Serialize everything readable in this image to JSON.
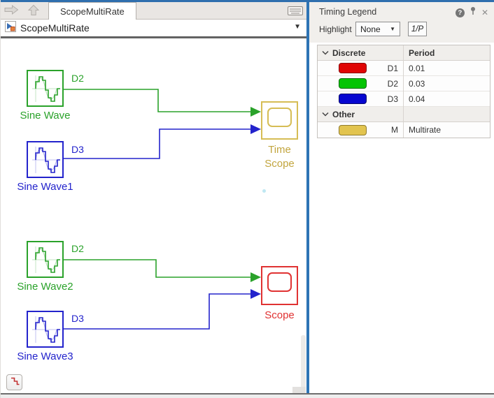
{
  "tab_bar": {
    "active_tab": "ScopeMultiRate"
  },
  "breadcrumb": {
    "model_name": "ScopeMultiRate"
  },
  "icons": {
    "help_glyph": "?",
    "close_glyph": "✕",
    "caret_down_glyph": "▼"
  },
  "canvas": {
    "blocks": {
      "sine_wave": {
        "label": "Sine Wave",
        "port_label": "D2",
        "color": "#2aa22a"
      },
      "sine_wave1": {
        "label": "Sine Wave1",
        "port_label": "D3",
        "color": "#2323cc"
      },
      "sine_wave2": {
        "label": "Sine Wave2",
        "port_label": "D2",
        "color": "#2aa22a"
      },
      "sine_wave3": {
        "label": "Sine Wave3",
        "port_label": "D3",
        "color": "#2323cc"
      },
      "time_scope": {
        "label": "Time Scope",
        "color": "#d6bd55"
      },
      "scope": {
        "label": "Scope",
        "color": "#e03232"
      }
    }
  },
  "legend_panel": {
    "title": "Timing Legend",
    "highlight_label": "Highlight",
    "highlight_value": "None",
    "rate_display_button": "1/P",
    "table": {
      "sections": [
        {
          "name": "Discrete",
          "period_header": "Period",
          "rows": [
            {
              "swatch_color": "#e00505",
              "label": "D1",
              "period": "0.01"
            },
            {
              "swatch_color": "#04c404",
              "label": "D2",
              "period": "0.03"
            },
            {
              "swatch_color": "#0606d0",
              "label": "D3",
              "period": "0.04"
            }
          ]
        },
        {
          "name": "Other",
          "rows": [
            {
              "swatch_color": "#e2c44f",
              "label": "M",
              "period": "Multirate"
            }
          ]
        }
      ]
    }
  }
}
